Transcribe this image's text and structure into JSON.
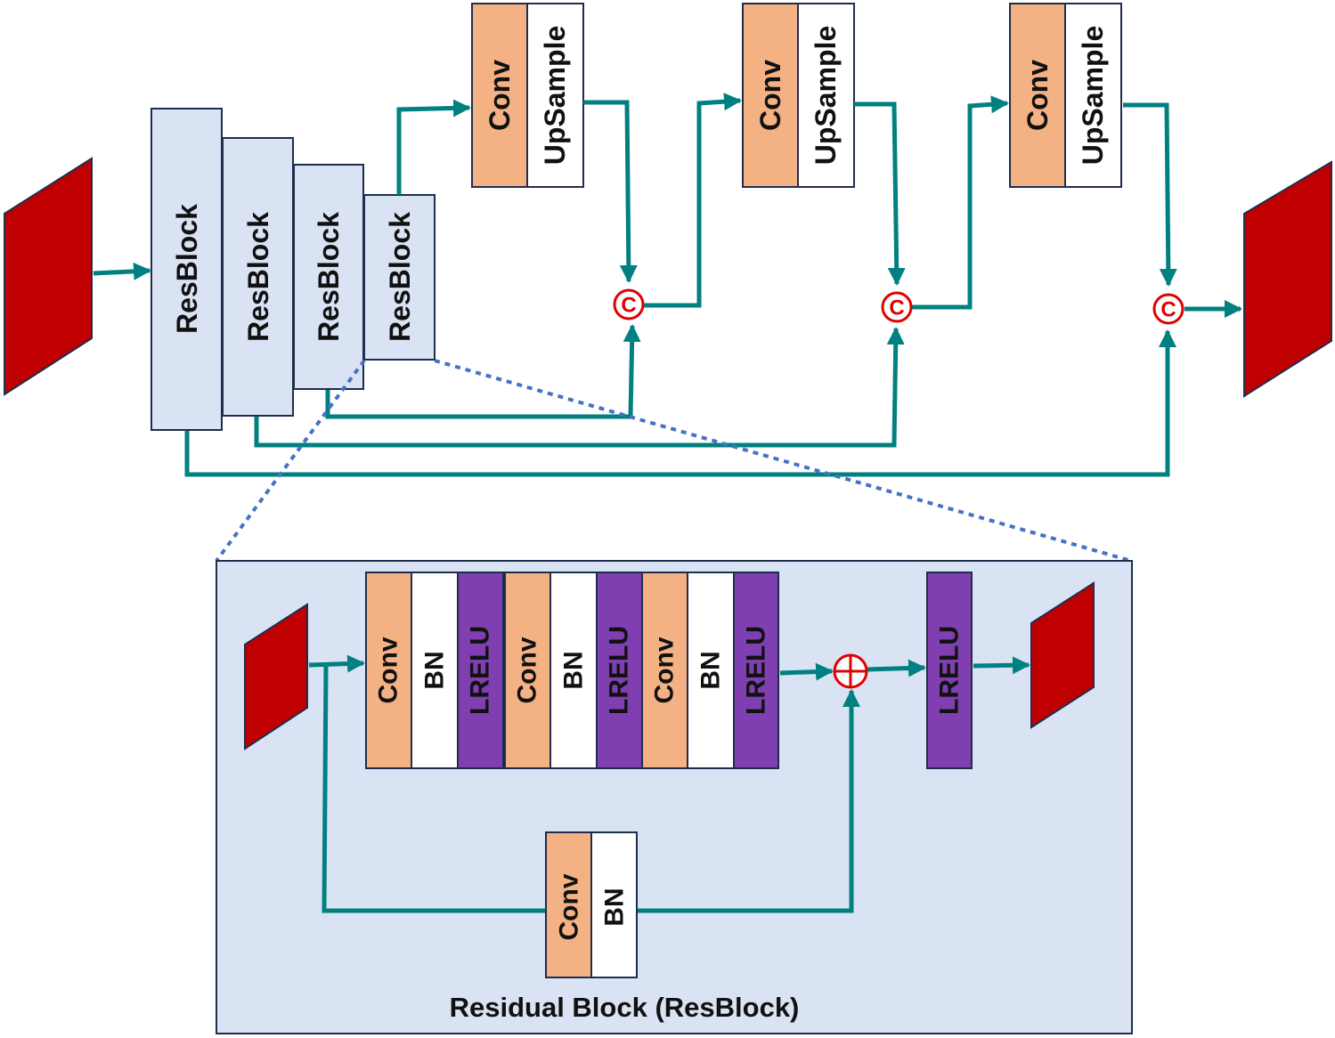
{
  "colors": {
    "conv": "#f4b183",
    "bn": "#ffffff",
    "upsample": "#ffffff",
    "lrelu": "#7f3fb0",
    "resblock": "#dae3f3",
    "feature_map": "#c00000",
    "arrow": "#008080",
    "concat": "#e00000",
    "detail_panel": "#dae3f3",
    "zoom_line": "#4472c4"
  },
  "top": {
    "resblocks": [
      "ResBlock",
      "ResBlock",
      "ResBlock",
      "ResBlock"
    ],
    "decoder": [
      {
        "conv": "Conv",
        "upsample": "UpSample"
      },
      {
        "conv": "Conv",
        "upsample": "UpSample"
      },
      {
        "conv": "Conv",
        "upsample": "UpSample"
      }
    ],
    "concat_symbol": "C"
  },
  "detail": {
    "layers": [
      "Conv",
      "BN",
      "LRELU",
      "Conv",
      "BN",
      "LRELU",
      "Conv",
      "BN",
      "LRELU"
    ],
    "final_activation": "LRELU",
    "shortcut": [
      "Conv",
      "BN"
    ],
    "add_symbol": "⊕",
    "caption": "Residual Block (ResBlock)"
  }
}
